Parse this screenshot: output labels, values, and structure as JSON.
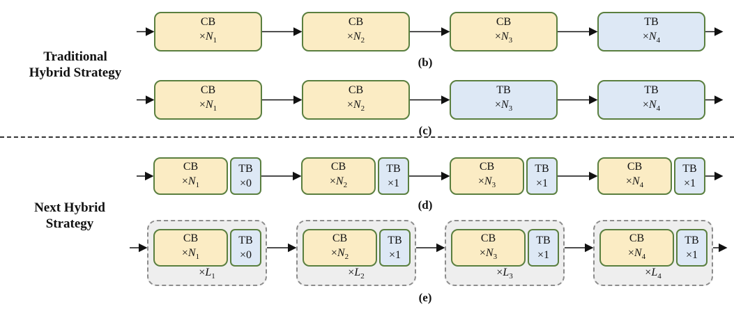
{
  "labels": {
    "traditional_line1": "Traditional",
    "traditional_line2": "Hybrid Strategy",
    "next_line1": "Next Hybrid",
    "next_line2": "Strategy"
  },
  "rows": {
    "b": {
      "tag": "(b)",
      "blocks": [
        {
          "type": "CB",
          "count": "×N",
          "sub": "1"
        },
        {
          "type": "CB",
          "count": "×N",
          "sub": "2"
        },
        {
          "type": "CB",
          "count": "×N",
          "sub": "3"
        },
        {
          "type": "TB",
          "count": "×N",
          "sub": "4"
        }
      ]
    },
    "c": {
      "tag": "(c)",
      "blocks": [
        {
          "type": "CB",
          "count": "×N",
          "sub": "1"
        },
        {
          "type": "CB",
          "count": "×N",
          "sub": "2"
        },
        {
          "type": "TB",
          "count": "×N",
          "sub": "3"
        },
        {
          "type": "TB",
          "count": "×N",
          "sub": "4"
        }
      ]
    },
    "d": {
      "tag": "(d)",
      "stages": [
        {
          "cb": {
            "type": "CB",
            "count": "×N",
            "sub": "1"
          },
          "tb": {
            "type": "TB",
            "count": "×0"
          }
        },
        {
          "cb": {
            "type": "CB",
            "count": "×N",
            "sub": "2"
          },
          "tb": {
            "type": "TB",
            "count": "×1"
          }
        },
        {
          "cb": {
            "type": "CB",
            "count": "×N",
            "sub": "3"
          },
          "tb": {
            "type": "TB",
            "count": "×1"
          }
        },
        {
          "cb": {
            "type": "CB",
            "count": "×N",
            "sub": "4"
          },
          "tb": {
            "type": "TB",
            "count": "×1"
          }
        }
      ]
    },
    "e": {
      "tag": "(e)",
      "stages": [
        {
          "cb": {
            "type": "CB",
            "count": "×N",
            "sub": "1"
          },
          "tb": {
            "type": "TB",
            "count": "×0"
          },
          "repeat": "×L",
          "repeat_sub": "1"
        },
        {
          "cb": {
            "type": "CB",
            "count": "×N",
            "sub": "2"
          },
          "tb": {
            "type": "TB",
            "count": "×1"
          },
          "repeat": "×L",
          "repeat_sub": "2"
        },
        {
          "cb": {
            "type": "CB",
            "count": "×N",
            "sub": "3"
          },
          "tb": {
            "type": "TB",
            "count": "×1"
          },
          "repeat": "×L",
          "repeat_sub": "3"
        },
        {
          "cb": {
            "type": "CB",
            "count": "×N",
            "sub": "4"
          },
          "tb": {
            "type": "TB",
            "count": "×1"
          },
          "repeat": "×L",
          "repeat_sub": "4"
        }
      ]
    }
  }
}
